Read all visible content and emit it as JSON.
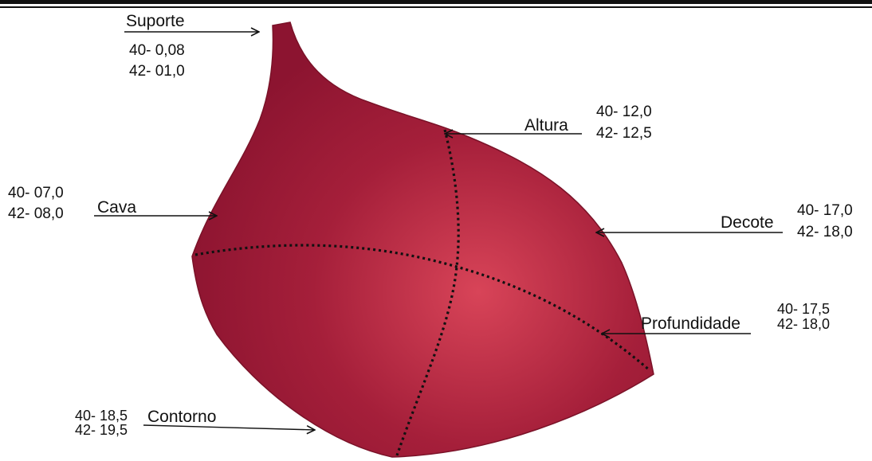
{
  "colors": {
    "piece_fill": "#9a1a33",
    "piece_highlight": "#d84458",
    "line": "#111111"
  },
  "labels": {
    "suporte": {
      "name": "Suporte",
      "v40": "40- 0,08",
      "v42": "42- 01,0"
    },
    "altura": {
      "name": "Altura",
      "v40": "40- 12,0",
      "v42": "42- 12,5"
    },
    "cava": {
      "name": "Cava",
      "v40": "40- 07,0",
      "v42": "42- 08,0"
    },
    "decote": {
      "name": "Decote",
      "v40": "40- 17,0",
      "v42": "42- 18,0"
    },
    "profundidade": {
      "name": "Profundidade",
      "v40": "40- 17,5",
      "v42": "42- 18,0"
    },
    "contorno": {
      "name": "Contorno",
      "v40": "40- 18,5",
      "v42": "42- 19,5"
    }
  }
}
